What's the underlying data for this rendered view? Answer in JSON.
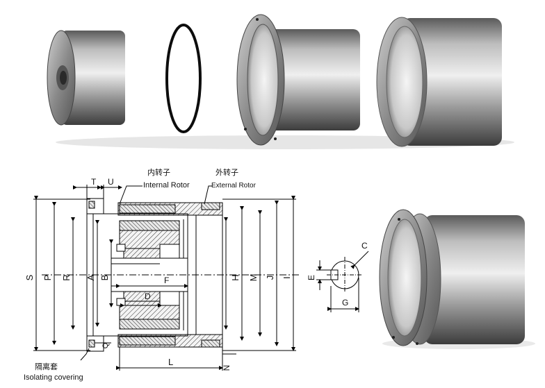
{
  "labels": {
    "internal_rotor_cn": "内转子",
    "internal_rotor_en": "Internal Rotor",
    "external_rotor_cn": "外转子",
    "external_rotor_en": "External Rotor",
    "isolating_cn": "隔离套",
    "isolating_en": "Isolating covering"
  },
  "dims": {
    "S": "S",
    "P": "P",
    "R": "R",
    "A": "A",
    "B": "B",
    "H": "H",
    "M": "M",
    "J": "J",
    "I": "I",
    "T": "T",
    "U": "U",
    "F": "F",
    "D": "D",
    "L": "L",
    "N": "N",
    "Q": "Q",
    "E": "E",
    "G": "G",
    "C": "C"
  }
}
